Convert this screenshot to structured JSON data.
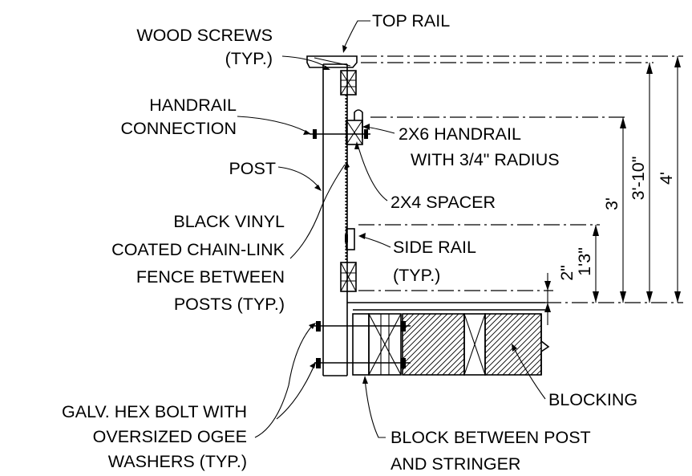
{
  "labels": {
    "top_rail": "TOP RAIL",
    "wood_screws_1": "WOOD SCREWS",
    "wood_screws_2": "(TYP.)",
    "handrail_conn_1": "HANDRAIL",
    "handrail_conn_2": "CONNECTION",
    "post": "POST",
    "handrail_1": "2X6 HANDRAIL",
    "handrail_2": "WITH 3/4\" RADIUS",
    "spacer": "2X4 SPACER",
    "vinyl_1": "BLACK VINYL",
    "vinyl_2": "COATED CHAIN-LINK",
    "vinyl_3": "FENCE BETWEEN",
    "vinyl_4": "POSTS (TYP.)",
    "side_rail_1": "SIDE RAIL",
    "side_rail_2": "(TYP.)",
    "bolt_1": "GALV. HEX BOLT WITH",
    "bolt_2": "OVERSIZED OGEE",
    "bolt_3": "WASHERS (TYP.)",
    "block_1": "BLOCK BETWEEN POST",
    "block_2": "AND STRINGER",
    "blocking": "BLOCKING"
  },
  "dimensions": {
    "dim_4ft": "4'",
    "dim_3ft10": "3'-10\"",
    "dim_3ft": "3'",
    "dim_1ft3": "1'3\"",
    "dim_2in": "2\""
  }
}
